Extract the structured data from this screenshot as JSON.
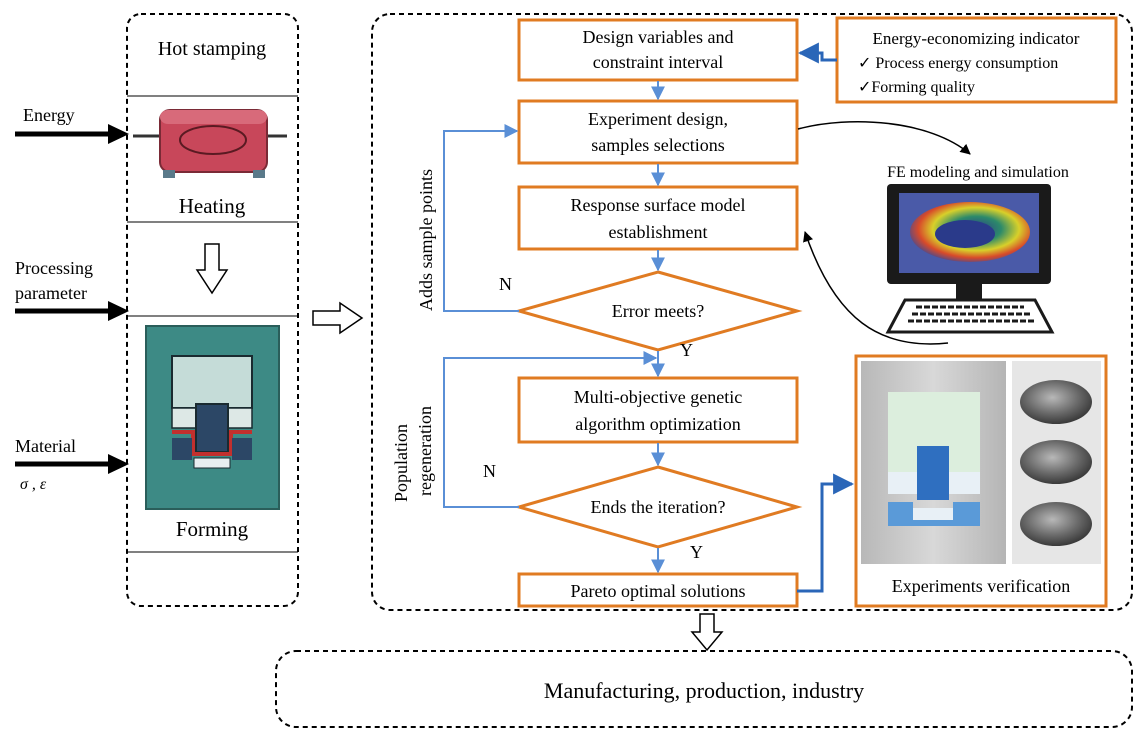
{
  "hot_stamping": {
    "title": "Hot stamping",
    "heating_label": "Heating",
    "forming_label": "Forming"
  },
  "inputs": {
    "energy": "Energy",
    "processing_line1": "Processing",
    "processing_line2": "parameter",
    "material": "Material",
    "material_symbols": "σ , ε"
  },
  "indicator": {
    "title": "Energy-economizing indicator",
    "item1": "✓ Process energy consumption",
    "item2": "✓Forming quality"
  },
  "steps": {
    "design_line1": "Design variables and",
    "design_line2": "constraint interval",
    "experiment_line1": "Experiment design,",
    "experiment_line2": "samples selections",
    "response_line1": "Response surface model",
    "response_line2": "establishment",
    "error_decision": "Error meets?",
    "moga_line1": "Multi-objective genetic",
    "moga_line2": "algorithm optimization",
    "ends_decision": "Ends the iteration?",
    "pareto": "Pareto optimal solutions"
  },
  "loops": {
    "adds_sample": "Adds sample points",
    "population_line1": "Population",
    "population_line2": "regeneration",
    "n1": "N",
    "y1": "Y",
    "n2": "N",
    "y2": "Y"
  },
  "fe_label": "FE modeling and simulation",
  "experiments_label": "Experiments verification",
  "manufacturing": "Manufacturing, production, industry",
  "colors": {
    "box_border": "#e07b22",
    "flow_arrow": "#5a8fd6",
    "heater": "#c8475a",
    "die_teal": "#3d8a85",
    "die_light": "#c5dcd8",
    "die_navy": "#2c4766",
    "part_red": "#c2302e",
    "punch_blue": "#2f6fc0"
  }
}
